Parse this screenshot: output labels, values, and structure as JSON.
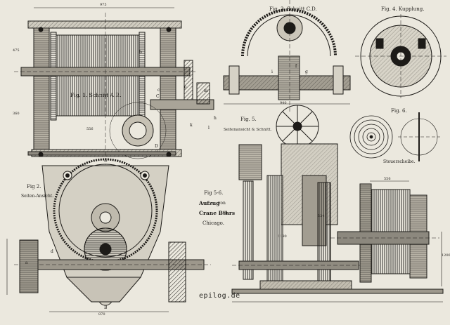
{
  "figures": {
    "fig1": "Fig. 1. Schnitt A.B.",
    "fig2": "Fig 2.",
    "fig2_sub": "Seiten-Ansicht.",
    "fig3": "Fig. 3. Schnitt C.D.",
    "fig4": "Fig. 4. Kupplung.",
    "fig5": "Fig. 5.",
    "fig5_sub": "Seitenansicht & Schnitt.",
    "fig6": "Fig. 6.",
    "fig6_sub": "Steuerscheibe."
  },
  "caption": {
    "line1": "Fig 5-6.",
    "line2": "Aufzug",
    "line2b": "von",
    "line3": "Crane Bthrs",
    "line3b": "in",
    "line4": "Chicago."
  },
  "dims": {
    "d975": "975",
    "d475": "475",
    "d360": "360",
    "d556": "556",
    "d940": "940",
    "d870": "870",
    "d1190": "1190",
    "d556b": "556",
    "d534": "534",
    "d1200": "1200"
  },
  "letters": {
    "A": "A",
    "B": "B",
    "a": "a",
    "b": "b",
    "c": "c",
    "d": "d",
    "e": "e",
    "f": "f",
    "g": "g",
    "h": "h",
    "i": "i",
    "k": "k",
    "l": "l",
    "m": "m",
    "C": "C",
    "D": "D"
  },
  "watermark": "epilog.de",
  "colors": {
    "paper": "#ebe8de",
    "ink": "#1d1b18",
    "shade": "#5c5950"
  }
}
